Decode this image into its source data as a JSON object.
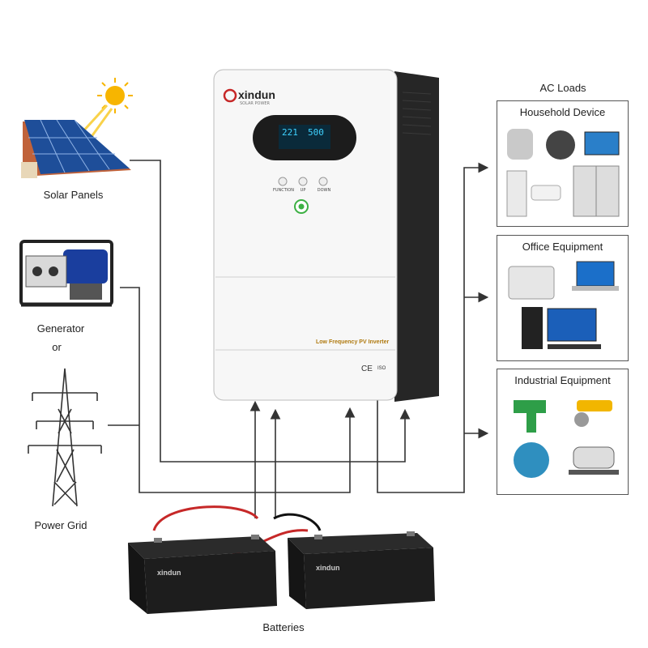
{
  "sources": {
    "solar_label": "Solar Panels",
    "generator_label": "Generator",
    "or_label": "or",
    "grid_label": "Power Grid"
  },
  "inverter": {
    "brand": "xindun",
    "brand_sub": "SOLAR POWER",
    "display_left": "221",
    "display_right": "500",
    "buttons": [
      "FUNCTION",
      "UP",
      "DOWN"
    ],
    "model_label": "Low Frequency PV Inverter",
    "cert_ce": "CE",
    "cert_iso": "ISO"
  },
  "loads": {
    "title": "AC Loads",
    "household": "Household Device",
    "office": "Office Equipment",
    "industrial": "Industrial Equipment"
  },
  "batteries": {
    "label": "Batteries",
    "brand": "xindun"
  },
  "colors": {
    "wire": "#333333",
    "battery_cable": "#c62828",
    "screen": "#1c1c1c",
    "screen_text": "#3fd2ff",
    "power_button": "#3cb043",
    "sun": "#f7b500"
  }
}
